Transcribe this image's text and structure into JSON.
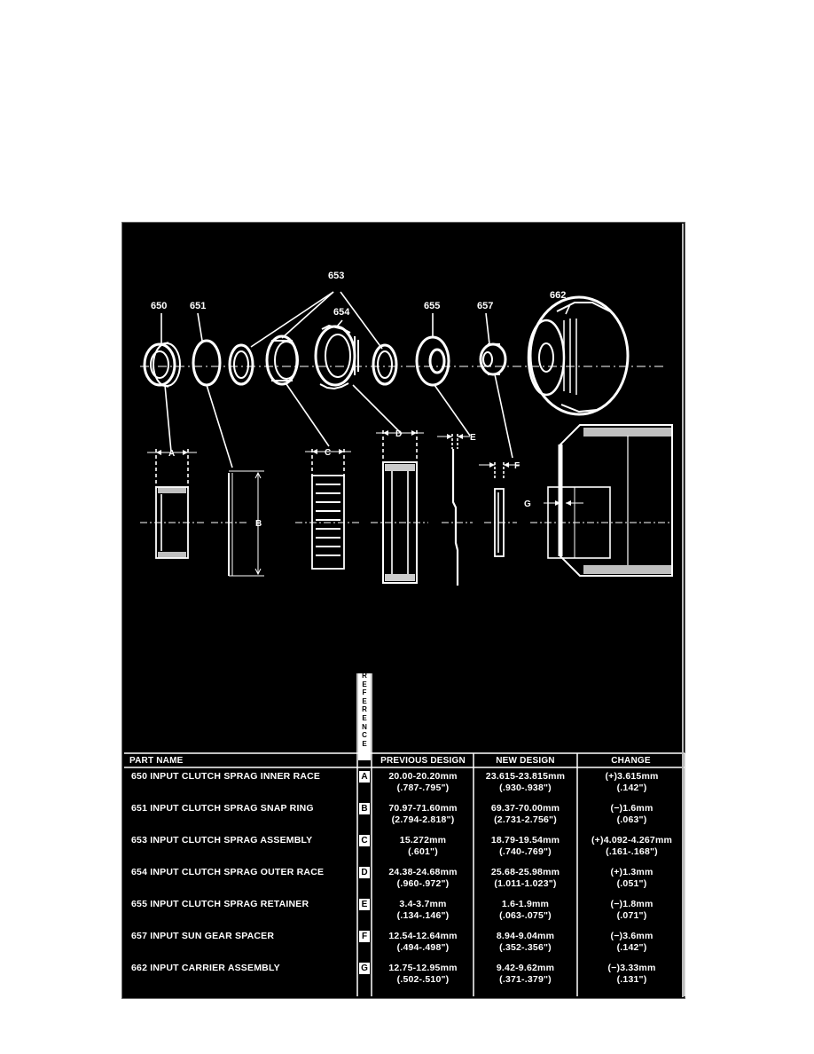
{
  "diagram": {
    "callouts": [
      "653",
      "662",
      "650",
      "651",
      "654",
      "655",
      "657"
    ],
    "dimension_refs": [
      "A",
      "B",
      "C",
      "D",
      "E",
      "F",
      "G"
    ]
  },
  "table": {
    "ref_header": "REFERENCE",
    "headers": {
      "part_name": "PART NAME",
      "previous": "PREVIOUS DESIGN",
      "new": "NEW DESIGN",
      "change": "CHANGE"
    },
    "rows": [
      {
        "part": "650  INPUT CLUTCH SPRAG  INNER RACE",
        "ref": "A",
        "prev": [
          "20.00-20.20mm",
          "(.787-.795\")"
        ],
        "new": [
          "23.615-23.815mm",
          "(.930-.938\")"
        ],
        "change": [
          "(+)3.615mm",
          "(.142\")"
        ]
      },
      {
        "part": "651  INPUT CLUTCH SPRAG SNAP RING",
        "ref": "B",
        "prev": [
          "70.97-71.60mm",
          "(2.794-2.818\")"
        ],
        "new": [
          "69.37-70.00mm",
          "(2.731-2.756\")"
        ],
        "change": [
          "(−)1.6mm",
          "(.063\")"
        ]
      },
      {
        "part": "653  INPUT CLUTCH SPRAG ASSEMBLY",
        "ref": "C",
        "prev": [
          "15.272mm",
          "(.601\")"
        ],
        "new": [
          "18.79-19.54mm",
          "(.740-.769\")"
        ],
        "change": [
          "(+)4.092-4.267mm",
          "(.161-.168\")"
        ]
      },
      {
        "part": "654  INPUT CLUTCH SPRAG OUTER RACE",
        "ref": "D",
        "prev": [
          "24.38-24.68mm",
          "(.960-.972\")"
        ],
        "new": [
          "25.68-25.98mm",
          "(1.011-1.023\")"
        ],
        "change": [
          "(+)1.3mm",
          "(.051\")"
        ]
      },
      {
        "part": "655  INPUT CLUTCH SPRAG RETAINER",
        "ref": "E",
        "prev": [
          "3.4-3.7mm",
          "(.134-.146\")"
        ],
        "new": [
          "1.6-1.9mm",
          "(.063-.075\")"
        ],
        "change": [
          "(−)1.8mm",
          "(.071\")"
        ]
      },
      {
        "part": "657  INPUT SUN GEAR SPACER",
        "ref": "F",
        "prev": [
          "12.54-12.64mm",
          "(.494-.498\")"
        ],
        "new": [
          "8.94-9.04mm",
          "(.352-.356\")"
        ],
        "change": [
          "(−)3.6mm",
          "(.142\")"
        ]
      },
      {
        "part": "662  INPUT CARRIER ASSEMBLY",
        "ref": "G",
        "prev": [
          "12.75-12.95mm",
          "(.502-.510\")"
        ],
        "new": [
          "9.42-9.62mm",
          "(.371-.379\")"
        ],
        "change": [
          "(−)3.33mm",
          "(.131\")"
        ]
      }
    ]
  }
}
